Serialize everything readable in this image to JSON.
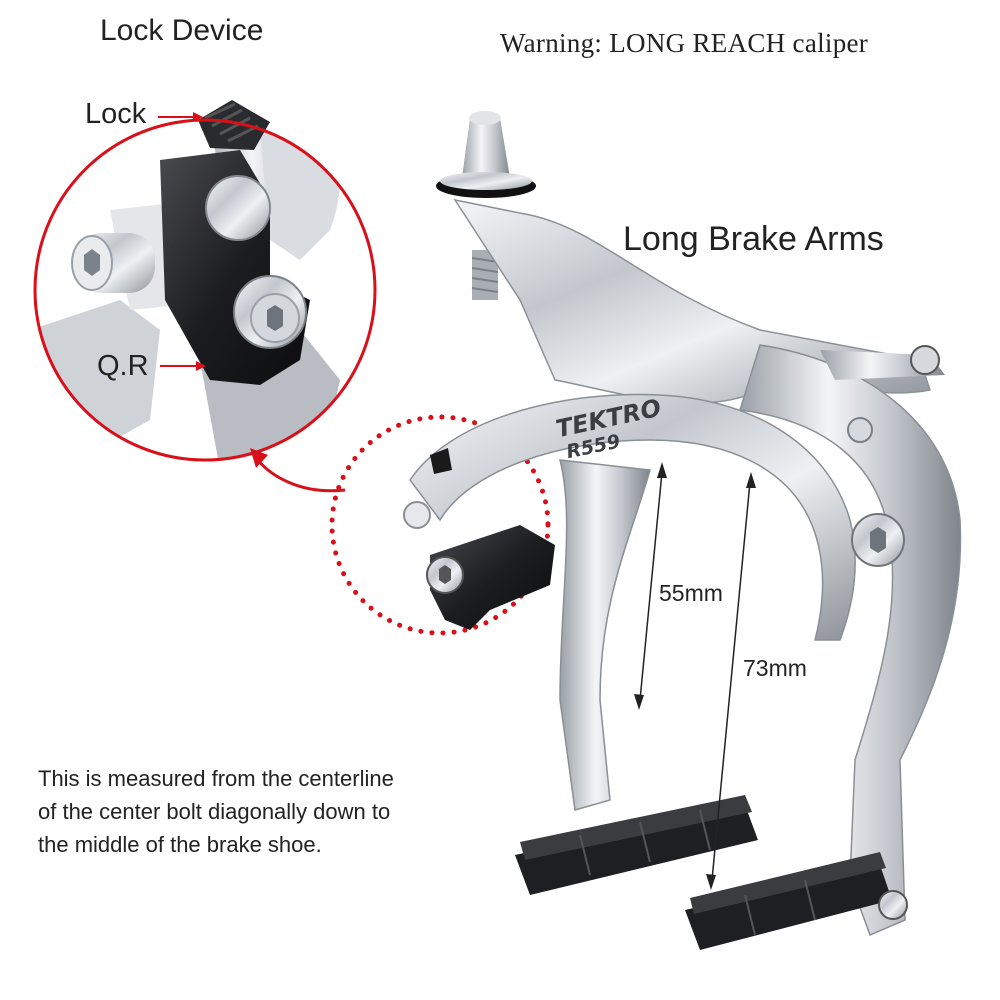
{
  "labels": {
    "lock_device": "Lock Device",
    "warning": "Warning: LONG REACH caliper",
    "lock": "Lock",
    "qr": "Q.R",
    "long_brake_arms": "Long Brake Arms",
    "dim_short": "55mm",
    "dim_long": "73mm",
    "brand": "TEKTRO",
    "model": "R559"
  },
  "note_lines": [
    "This is measured from the centerline",
    "of the center bolt diagonally down to",
    "the middle of the brake shoe."
  ],
  "colors": {
    "callout_red": "#d9101a",
    "caliper_silver": "#c9ccd1",
    "pad_black": "#1e1f22",
    "text": "#222222"
  },
  "icons": [
    "arrow-right-icon",
    "curved-arrow-icon"
  ]
}
